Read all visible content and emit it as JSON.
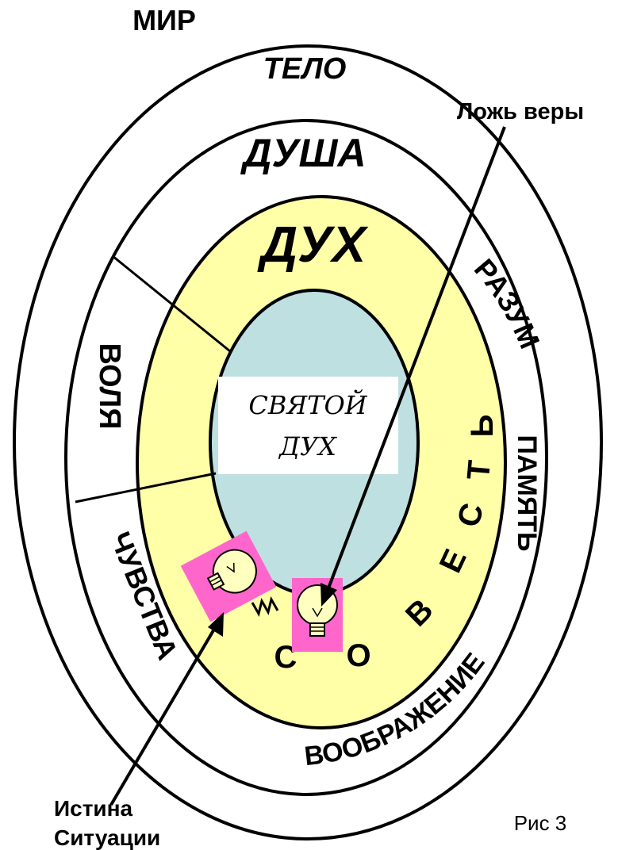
{
  "labels": {
    "mir": "МИР",
    "telo": "ТЕЛО",
    "dusha": "ДУША",
    "dukh": "ДУХ",
    "svyatoy": "СВЯТОЙ",
    "svyatoy_dukh": "ДУХ",
    "volya": "ВОЛЯ",
    "razum": "РАЗУМ",
    "pamyat": "ПАМЯТЬ",
    "chuvstva": "ЧУВСТВА",
    "voobrazhenie": "ВООБРАЖЕНИЕ",
    "conscience_letters": [
      "С",
      "О",
      "В",
      "Е",
      "С",
      "Т",
      "Ь"
    ],
    "lie_of_faith": "Ложь веры",
    "truth_line1": "Истина",
    "truth_line2": "Ситуации",
    "figure_caption": "Рис 3"
  },
  "colors": {
    "spirit_fill": "#ffffa8",
    "holy_spirit_fill": "#bfe0e0",
    "bulb_background": "#ff66cc",
    "bulb_fill": "#ffffc0",
    "stroke": "#000000"
  },
  "icons": [
    "light-bulb-icon",
    "light-bulb-icon"
  ]
}
